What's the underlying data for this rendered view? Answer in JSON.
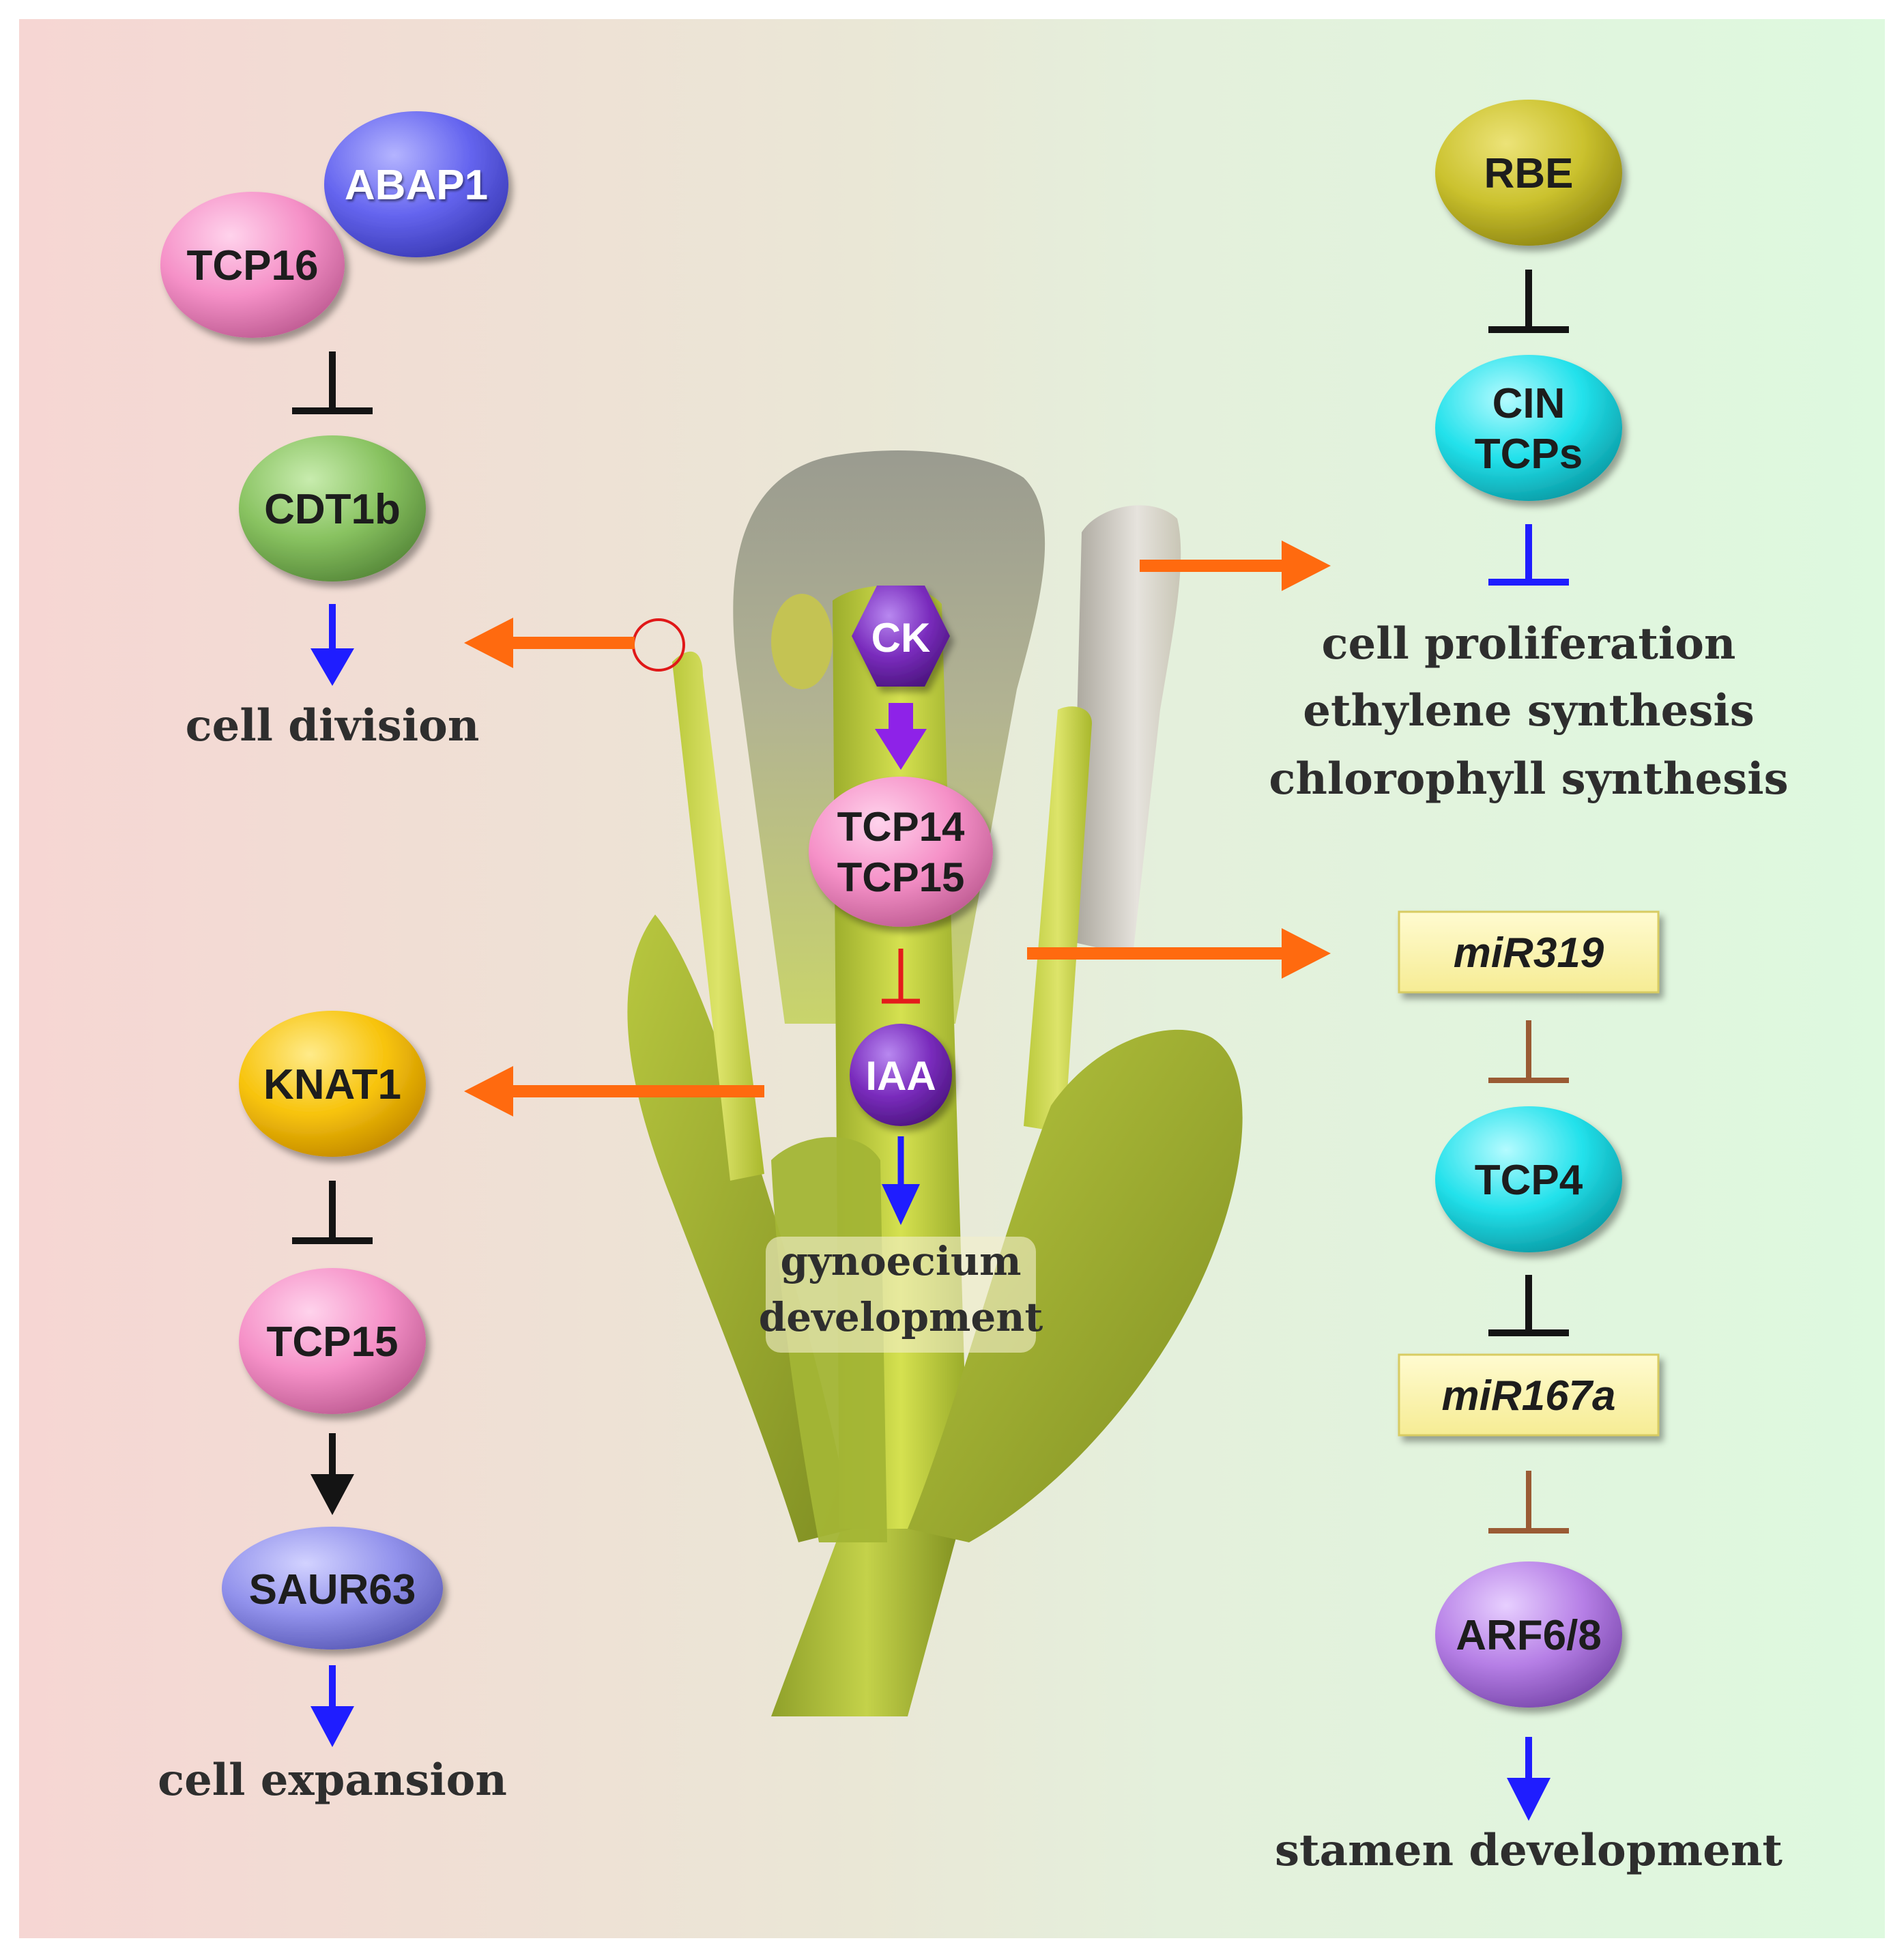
{
  "colors": {
    "background_left": "#f6d6d3",
    "background_mid": "#e9ecd9",
    "background_right": "#def9df",
    "orange_arrow": "#ff6a0f",
    "blue_arrow": "#1f1dff",
    "black_arrow": "#141414",
    "red_inhibit": "#e41b1b",
    "brown_inhibit": "#9a5b34",
    "purple_arrow": "#8e22e8",
    "pink_node": "#f58fc6",
    "blue_node": "#6363ee",
    "green_node": "#86bf5e",
    "yellow_node": "#f5c20c",
    "lavender_node": "#9090ea",
    "olive_node": "#cac22e",
    "cyan_node": "#20e0ea",
    "violet_node": "#b57ee5",
    "purple_node": "#7a2cbd",
    "mirna_box": "#fbf4ad"
  },
  "nodes": {
    "abap1": "ABAP1",
    "tcp16": "TCP16",
    "cdt1b": "CDT1b",
    "knat1": "KNAT1",
    "tcp15_left": "TCP15",
    "saur63": "SAUR63",
    "ck": "CK",
    "tcp14_tcp15": [
      "TCP14",
      "TCP15"
    ],
    "iaa": "IAA",
    "rbe": "RBE",
    "cin_tcps": [
      "CIN",
      "TCPs"
    ],
    "mir319": "miR319",
    "tcp4": "TCP4",
    "mir167a": "miR167a",
    "arf6_8": "ARF6/8"
  },
  "processes": {
    "cell_division": "cell division",
    "cell_expansion": "cell expansion",
    "gynoecium_development": [
      "gynoecium",
      "development"
    ],
    "cin_targets": [
      "cell proliferation",
      "ethylene synthesis",
      "chlorophyll synthesis"
    ],
    "stamen_development": "stamen development"
  },
  "icons": [
    "flower-photo",
    "orange-pointer-arrow",
    "inhibition-bar",
    "activation-arrow"
  ]
}
